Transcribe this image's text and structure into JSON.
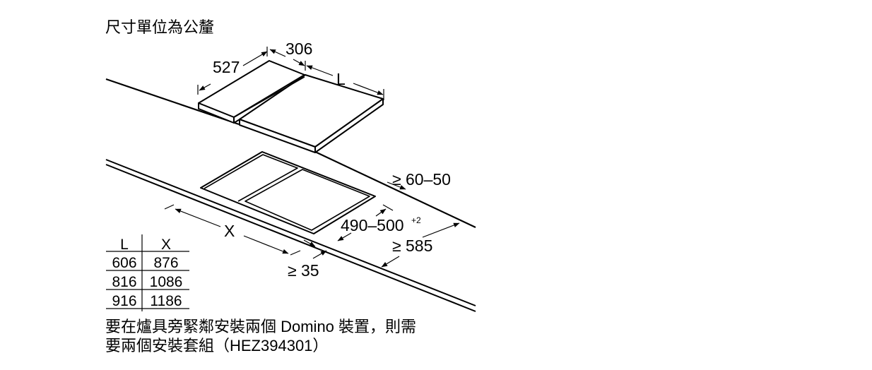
{
  "title": "尺寸單位為公釐",
  "dimensions": {
    "depth": "527",
    "module_width": "306",
    "length": "L",
    "x": "X",
    "rear_clearance": "≥ 60–50",
    "cutout_depth": "490–500",
    "cutout_depth_tolerance": "+2",
    "worktop_depth": "≥ 585",
    "front_clearance": "≥ 35"
  },
  "table": {
    "headers": [
      "L",
      "X"
    ],
    "rows": [
      [
        "606",
        "876"
      ],
      [
        "816",
        "1086"
      ],
      [
        "916",
        "1186"
      ]
    ]
  },
  "note": {
    "line1": "要在爐具旁緊鄰安裝兩個 Domino 裝置，則需",
    "line2": "要兩個安裝套組（HEZ394301）"
  },
  "colors": {
    "ink": "#000000",
    "background": "#ffffff"
  }
}
